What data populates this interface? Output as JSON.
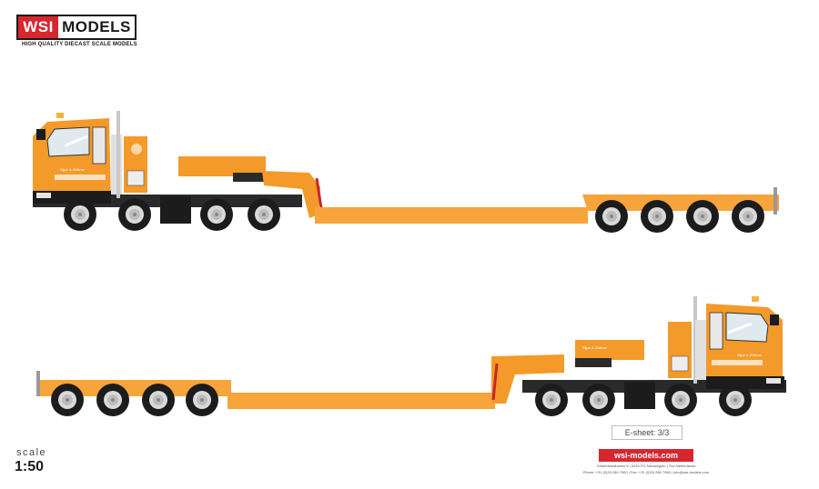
{
  "brand": {
    "wsi": "WSI",
    "models": "MODELS",
    "tagline": "HIGH QUALITY DIECAST SCALE MODELS",
    "red": "#d7262e"
  },
  "vehicle": {
    "body_color": "#f39a2a",
    "trailer_color": "#f7a43a",
    "cab_text": "Sijpe & Zhiltran",
    "trailer_text": "Sijpe & Zhiltran"
  },
  "sheet": {
    "esheet": "E-sheet: 3/3",
    "scale_word": "scale",
    "scale_value": "1:50"
  },
  "footer": {
    "website": "wsi-models.com",
    "address": "Gedeeltandhaven 5 | 3433 PG Nieuwegein | The Netherlands",
    "contact": "Phone: +31 (0)33 286 7900 | Fax: +31 (0)33 286 7966 | info@wsi-models.com"
  }
}
